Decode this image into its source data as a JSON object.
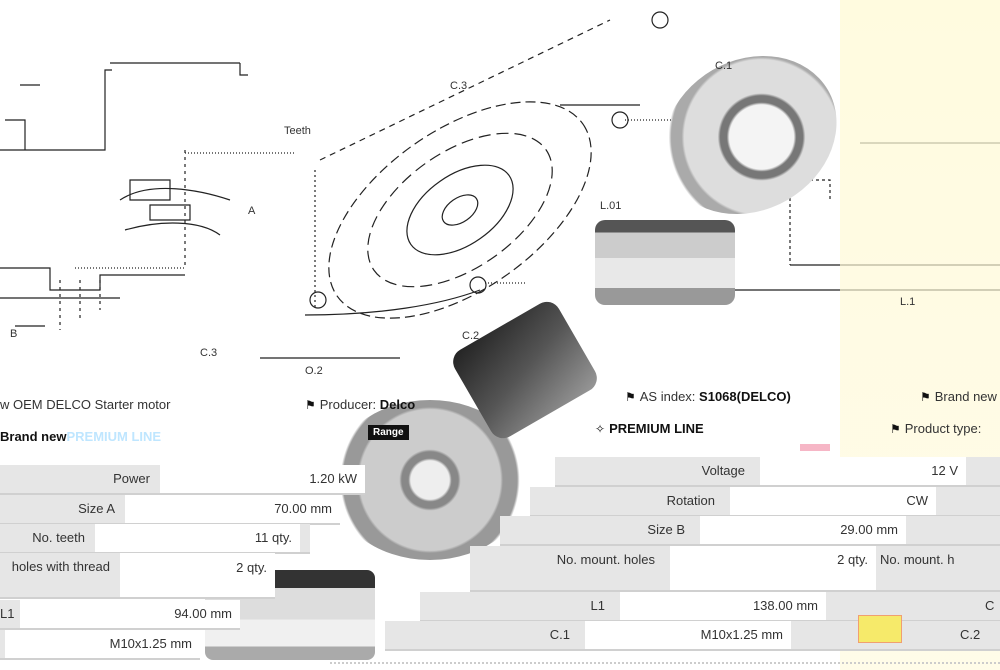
{
  "diagram_labels": {
    "teeth": "Teeth",
    "a": "A",
    "b": "B",
    "c3_top": "C.3",
    "c1": "C.1",
    "l01": "L.01",
    "c3": "C.3",
    "c2": "C.2",
    "o2": "O.2",
    "l1": "L.1"
  },
  "info": {
    "title": "w OEM DELCO Starter motor",
    "producer_label": "Producer:",
    "producer_value": "Delco",
    "as_index_label": "AS index:",
    "as_index_value": "S1068(DELCO)",
    "brand_new_top": "Brand new",
    "brand_new": "Brand new",
    "premium_overlay": "PREMIUM LINE",
    "range_badge": "Range",
    "premium_line": "PREMIUM LINE",
    "product_type_label": "Product type:"
  },
  "left_table": [
    {
      "label": "Power",
      "value": "1.20 kW"
    },
    {
      "label": "Size A",
      "value": "70.00 mm"
    },
    {
      "label": "No. teeth",
      "value": "11 qty."
    },
    {
      "label": "holes with thread",
      "value": "2 qty."
    },
    {
      "label": "L1",
      "value": "94.00 mm"
    },
    {
      "label": "",
      "value": "M10x1.25 mm"
    }
  ],
  "right_table": [
    {
      "label": "Voltage",
      "value": "12 V",
      "extra": ""
    },
    {
      "label": "Rotation",
      "value": "CW",
      "extra": ""
    },
    {
      "label": "Size B",
      "value": "29.00 mm",
      "extra": ""
    },
    {
      "label": "No. mount. holes",
      "value": "2 qty.",
      "extra": "No. mount. h"
    },
    {
      "label": "L1",
      "value": "138.00 mm",
      "extra": "C"
    },
    {
      "label": "C.1",
      "value": "M10x1.25 mm",
      "extra": "C.2"
    }
  ]
}
